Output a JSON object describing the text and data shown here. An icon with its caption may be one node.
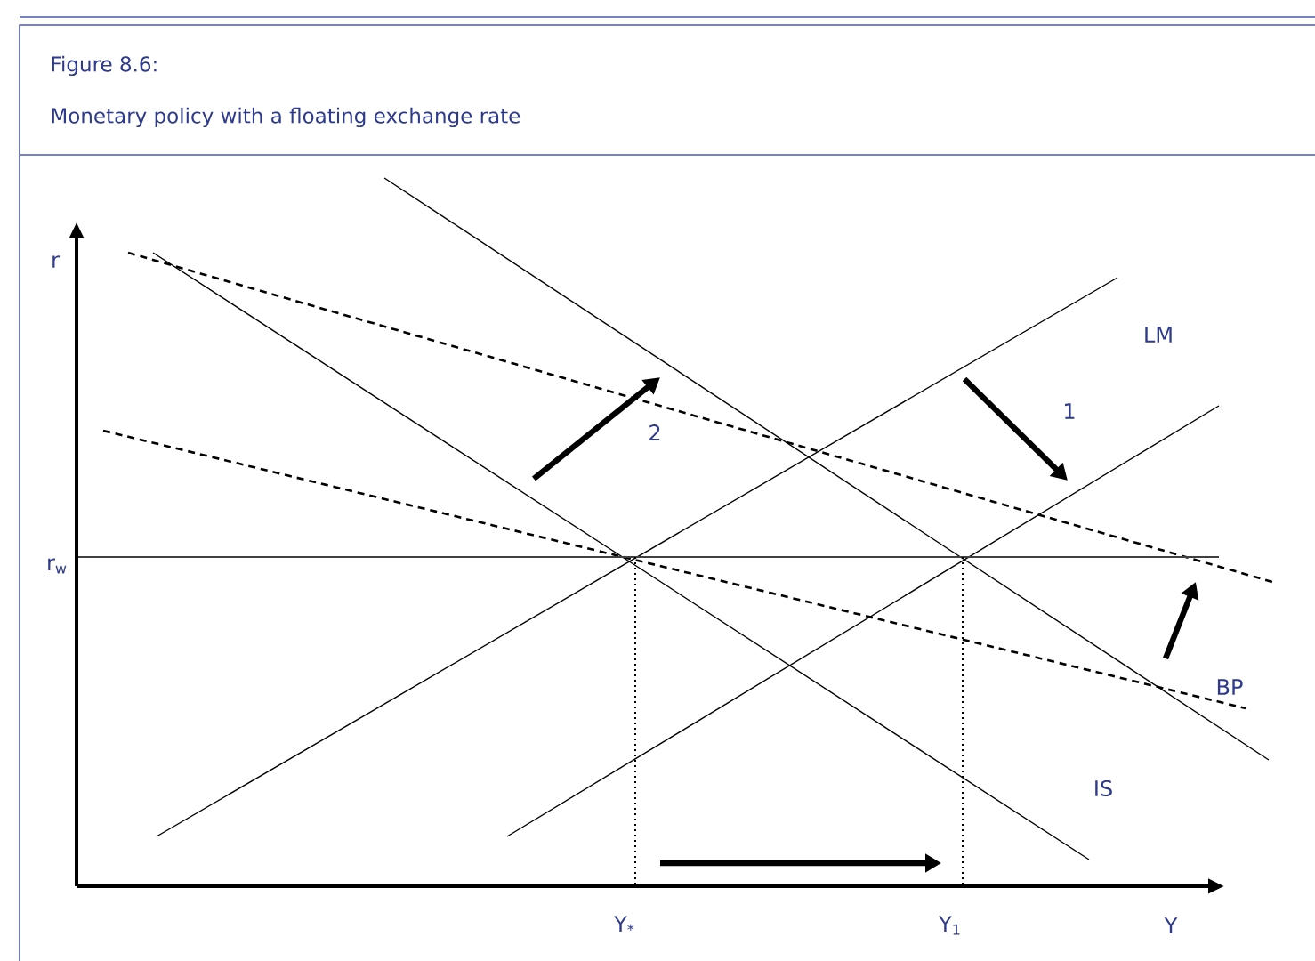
{
  "diagram": {
    "title": "Figure 8.6:",
    "caption": "Monetary policy with a floating exchange rate",
    "labels": [
      "r",
      "r$_{w}$",
      "2",
      "LM",
      "1",
      "BP",
      "IS",
      "Y$_{*}$",
      "Y$_{1}$",
      "Y"
    ]
  }
}
